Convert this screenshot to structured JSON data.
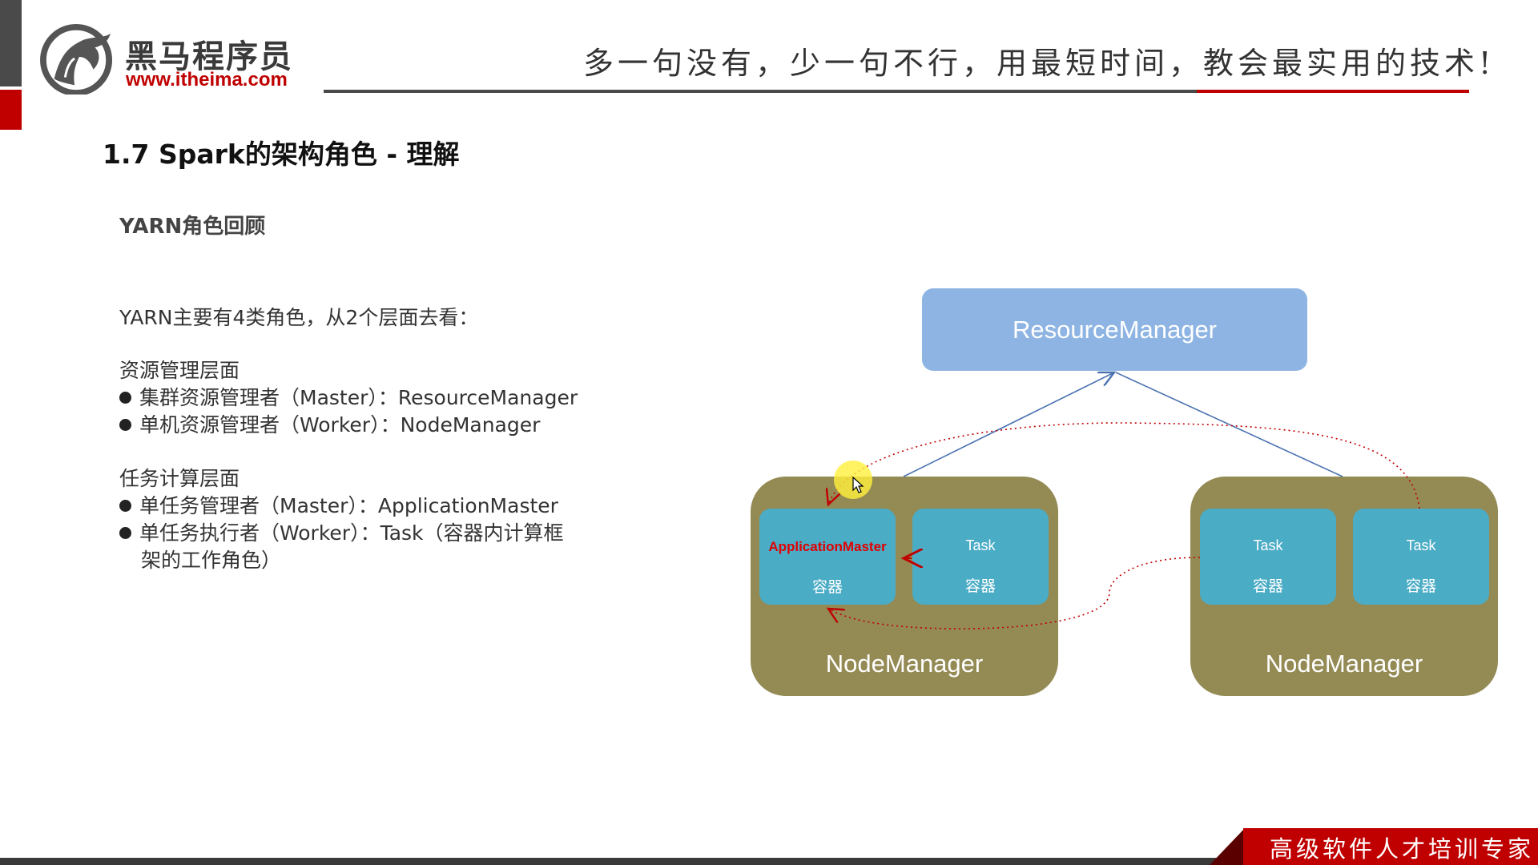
{
  "header": {
    "brand_name": "黑马程序员",
    "brand_url": "www.itheima.com",
    "slogan": "多一句没有，少一句不行，用最短时间，教会最实用的技术!"
  },
  "slide": {
    "title": "1.7 Spark的架构角色 - 理解",
    "section_title": "YARN角色回顾",
    "intro": "YARN主要有4类角色，从2个层面去看：",
    "group1": {
      "heading": "资源管理层面",
      "bullets": [
        "集群资源管理者（Master）：ResourceManager",
        "单机资源管理者（Worker）：NodeManager"
      ]
    },
    "group2": {
      "heading": "任务计算层面",
      "bullets": [
        "单任务管理者（Master）：ApplicationMaster",
        "单任务执行者（Worker）：Task（容器内计算框",
        "架的工作角色）"
      ]
    }
  },
  "diagram": {
    "resource_manager": "ResourceManager",
    "node_managers": [
      {
        "label": "NodeManager",
        "containers": [
          {
            "name": "ApplicationMaster",
            "sub": "容器"
          },
          {
            "name": "Task",
            "sub": "容器"
          }
        ]
      },
      {
        "label": "NodeManager",
        "containers": [
          {
            "name": "Task",
            "sub": "容器"
          },
          {
            "name": "Task",
            "sub": "容器"
          }
        ]
      }
    ]
  },
  "footer": {
    "tagline": "高级软件人才培训专家"
  },
  "colors": {
    "brand_red": "#c00000",
    "resource_manager": "#8eb4e3",
    "node_manager": "#948a54",
    "container": "#4bacc6",
    "arrow_blue": "#4a72b0",
    "arrow_red": "#c00000"
  }
}
